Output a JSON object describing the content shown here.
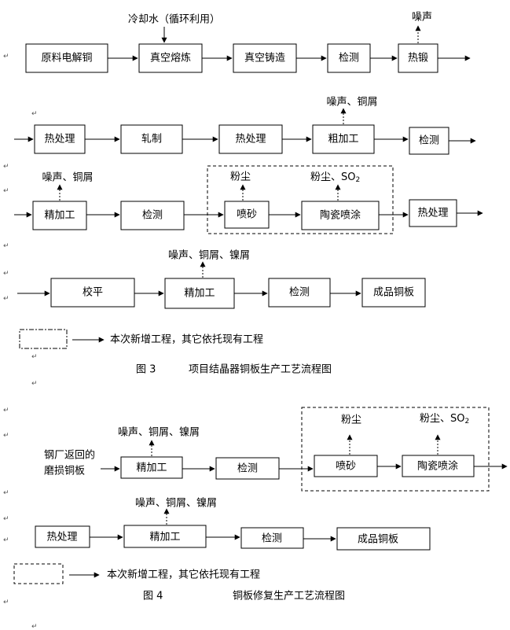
{
  "fig3": {
    "row1": {
      "cooling_note": "冷却水（循环利用）",
      "box1": "原料电解铜",
      "box2": "真空熔炼",
      "box3": "真空铸造",
      "box4": "检测",
      "box5": "热锻",
      "out5": "噪声"
    },
    "row2": {
      "box1": "热处理",
      "box2": "轧制",
      "box3": "热处理",
      "box4": "粗加工",
      "out4": "噪声、铜屑",
      "box5": "检测"
    },
    "row3": {
      "box1": "精加工",
      "out1": "噪声、铜屑",
      "box2": "检测",
      "box3": "喷砂",
      "out3": "粉尘",
      "box4": "陶瓷喷涂",
      "out4_main": "粉尘、SO",
      "out4_sub": "2",
      "box5": "热处理"
    },
    "row4": {
      "box1": "校平",
      "box2": "精加工",
      "out2": "噪声、铜屑、镍屑",
      "box3": "检测",
      "box4": "成品铜板"
    },
    "legend": "本次新增工程，其它依托现有工程",
    "caption_num": "图 3",
    "caption_title": "项目结晶器铜板生产工艺流程图"
  },
  "fig4": {
    "row1": {
      "input_line1": "钢厂返回的",
      "input_line2": "磨损铜板",
      "box1": "精加工",
      "out1": "噪声、铜屑、镍屑",
      "box2": "检测",
      "box3": "喷砂",
      "out3": "粉尘",
      "box4": "陶瓷喷涂",
      "out4_main": "粉尘、SO",
      "out4_sub": "2"
    },
    "row2": {
      "box1": "热处理",
      "box2": "精加工",
      "out2": "噪声、铜屑、镍屑",
      "box3": "检测",
      "box4": "成品铜板"
    },
    "legend": "本次新增工程，其它依托现有工程",
    "caption_num": "图 4",
    "caption_title": "铜板修复生产工艺流程图"
  }
}
